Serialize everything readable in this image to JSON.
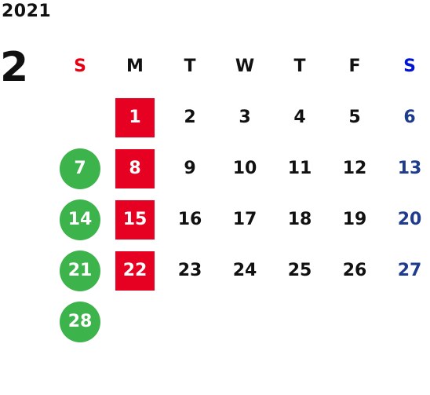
{
  "calendar": {
    "year": "2021",
    "month": "2",
    "weekdays": [
      "S",
      "M",
      "T",
      "W",
      "T",
      "F",
      "S"
    ],
    "weeks": [
      [
        "",
        "1",
        "2",
        "3",
        "4",
        "5",
        "6"
      ],
      [
        "7",
        "8",
        "9",
        "10",
        "11",
        "12",
        "13"
      ],
      [
        "14",
        "15",
        "16",
        "17",
        "18",
        "19",
        "20"
      ],
      [
        "21",
        "22",
        "23",
        "24",
        "25",
        "26",
        "27"
      ],
      [
        "28",
        "",
        "",
        "",
        "",
        "",
        ""
      ]
    ]
  },
  "colors": {
    "sunday_header": "#e60012",
    "saturday_header": "#0014d2",
    "saturday_day": "#1f3c8c",
    "sunday_circle": "#3cb44b",
    "monday_square": "#e60022"
  },
  "icons": {
    "sunday_marker": "green-circle-icon",
    "monday_marker": "red-square-icon"
  }
}
